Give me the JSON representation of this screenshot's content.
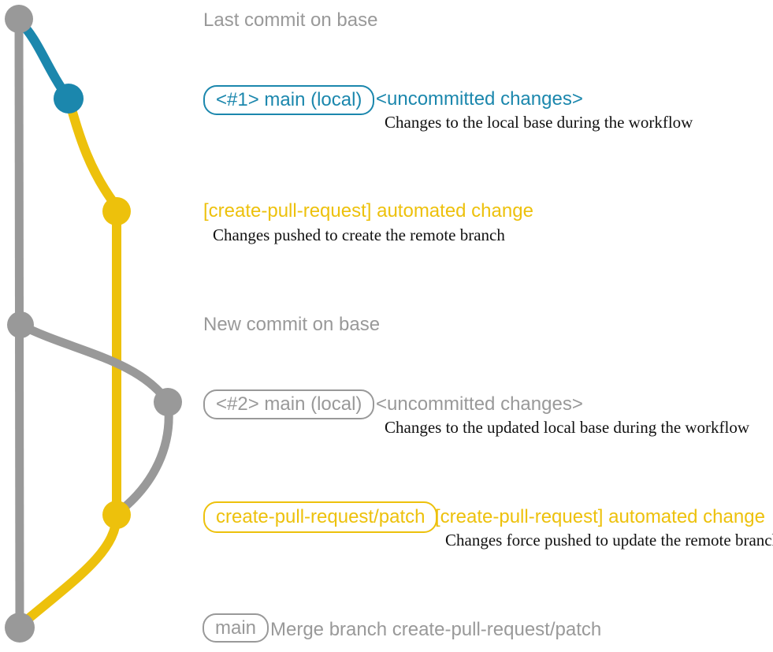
{
  "colors": {
    "gray": "#999999",
    "blue": "#1b87ad",
    "yellow": "#edc10c",
    "ink": "#111111",
    "bg": "#ffffff"
  },
  "graph": {
    "branches": [
      {
        "name": "base (main remote)",
        "color": "#999999"
      },
      {
        "name": "main local uncommitted",
        "color": "#1b87ad"
      },
      {
        "name": "create-pull-request/patch",
        "color": "#edc10c"
      }
    ],
    "commit_dots": [
      {
        "name": "last-commit-on-base",
        "color": "#999999"
      },
      {
        "name": "uncommitted-changes-1",
        "color": "#1b87ad"
      },
      {
        "name": "automated-change-1",
        "color": "#edc10c"
      },
      {
        "name": "new-commit-on-base",
        "color": "#999999"
      },
      {
        "name": "uncommitted-changes-2",
        "color": "#999999"
      },
      {
        "name": "automated-change-2",
        "color": "#edc10c"
      },
      {
        "name": "merge-commit",
        "color": "#999999"
      }
    ]
  },
  "rows": {
    "base_commit": {
      "label": "Last commit on base"
    },
    "branch1": {
      "badge": "<#1> main (local)",
      "title": "<uncommitted changes>",
      "description": "Changes to the local base during the workflow"
    },
    "automated1": {
      "title": "[create-pull-request] automated change",
      "description": "Changes pushed to create the remote branch"
    },
    "new_commit": {
      "label": "New commit on base"
    },
    "branch2": {
      "badge": "<#2> main (local)",
      "title": "<uncommitted changes>",
      "description": "Changes to the updated local base during the workflow"
    },
    "patch": {
      "badge": "create-pull-request/patch",
      "title": "[create-pull-request] automated change",
      "description": "Changes force pushed to update the remote branch"
    },
    "merge": {
      "badge": "main",
      "label": "Merge branch create-pull-request/patch"
    }
  }
}
